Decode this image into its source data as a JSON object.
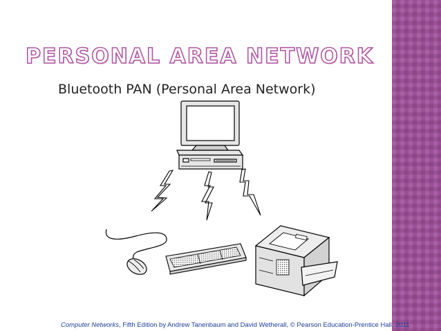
{
  "slide": {
    "title": "PERSONAL AREA NETWORK",
    "subtitle": "Bluetooth PAN (Personal Area Network)",
    "caption_book": "Computer Networks",
    "caption_rest": ", Fifth Edition by Andrew Tanenbaum and David Wetherall, © Pearson Education-Prentice Hall, 2011"
  },
  "colors": {
    "accent": "#b05aa4",
    "side_band": "#9c4f96",
    "caption": "#1f3f9a"
  },
  "diagram": {
    "nodes": [
      "computer-icon",
      "mouse-icon",
      "keyboard-icon",
      "printer-icon"
    ],
    "links": [
      "lightning-bolt-icon",
      "lightning-bolt-icon",
      "lightning-bolt-icon"
    ]
  }
}
